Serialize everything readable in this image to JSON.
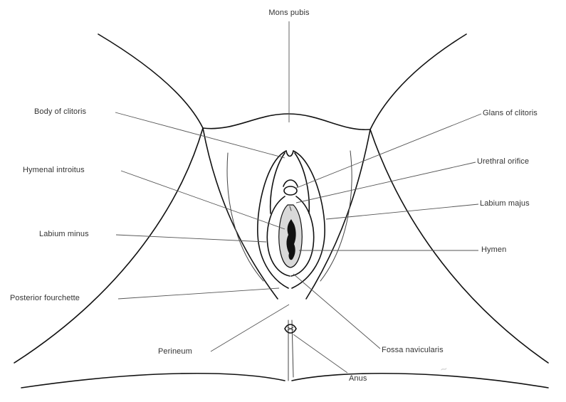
{
  "labels": {
    "mons_pubis": "Mons pubis",
    "body_of_clitoris": "Body of clitoris",
    "glans_of_clitoris": "Glans of clitoris",
    "urethral_orifice": "Urethral orifice",
    "hymenal_introitus": "Hymenal introitus",
    "labium_majus": "Labium majus",
    "labium_minus": "Labium minus",
    "hymen": "Hymen",
    "posterior_fourchette": "Posterior fourchette",
    "perineum": "Perineum",
    "fossa_navicularis": "Fossa navicularis",
    "anus": "Anus"
  },
  "colors": {
    "outline": "#111111",
    "leader_line": "#555555",
    "label_text": "#333333",
    "vestibule_shade": "#d9d9d9",
    "introitus_fill": "#111111"
  }
}
